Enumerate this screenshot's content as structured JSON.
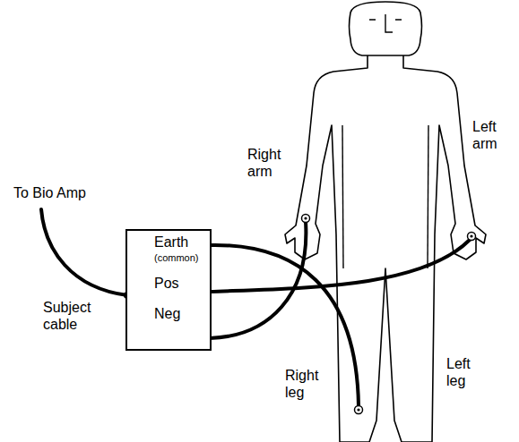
{
  "diagram": {
    "nodes": [
      {
        "text": [
          "Earth",
          "(common)",
          "Pos",
          "Neg"
        ]
      }
    ],
    "labels": [
      "To Bio Amp",
      "Subject cable",
      "Right arm",
      "Left arm",
      "Right leg",
      "Left leg"
    ]
  }
}
